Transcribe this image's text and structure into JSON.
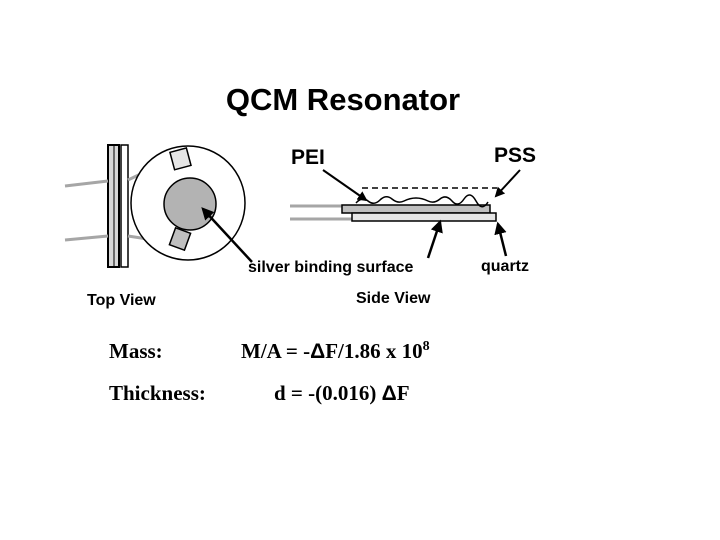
{
  "title": "QCM Resonator",
  "labels": {
    "pei": "PEI",
    "pss": "PSS",
    "silver": "silver binding surface",
    "quartz": "quartz",
    "top_view": "Top View",
    "side_view": "Side View"
  },
  "equations": {
    "mass_label": "Mass:",
    "mass_prefix": "M/A = -",
    "delta1": "Δ",
    "mass_rest": "F/1.86 x 10",
    "mass_exp": "8",
    "thickness_label": "Thickness:",
    "thick_prefix": "d = -(0.016) ",
    "delta2": "Δ",
    "thick_rest": "F"
  }
}
